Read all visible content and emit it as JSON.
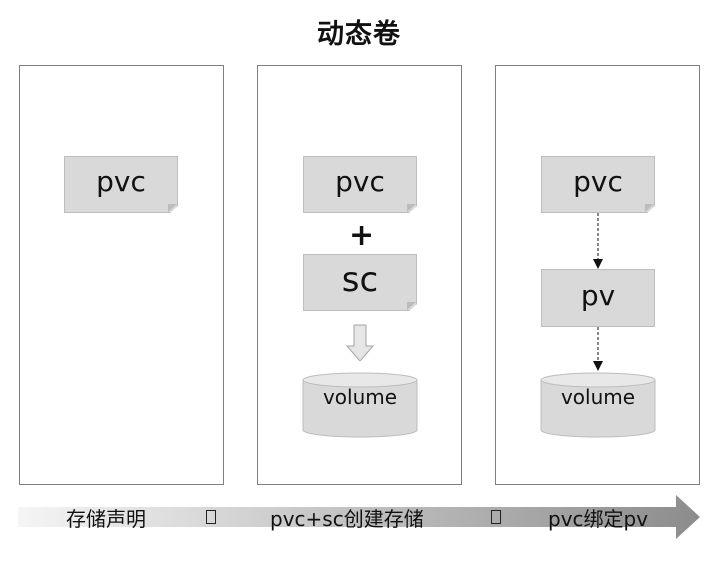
{
  "title": "动态卷",
  "panel1": {
    "pvc": "pvc"
  },
  "panel2": {
    "pvc": "pvc",
    "plus": "+",
    "sc": "sc",
    "volume": "volume"
  },
  "panel3": {
    "pvc": "pvc",
    "pv": "pv",
    "volume": "volume"
  },
  "stages": [
    "存储声明",
    "pvc+sc创建存储",
    "pvc绑定pv"
  ],
  "colors": {
    "box_fill": "#d9d9d9",
    "panel_border": "#7f7f7f",
    "arrow_dark": "#8f8f8f",
    "arrow_light": "#f2f2f2"
  }
}
